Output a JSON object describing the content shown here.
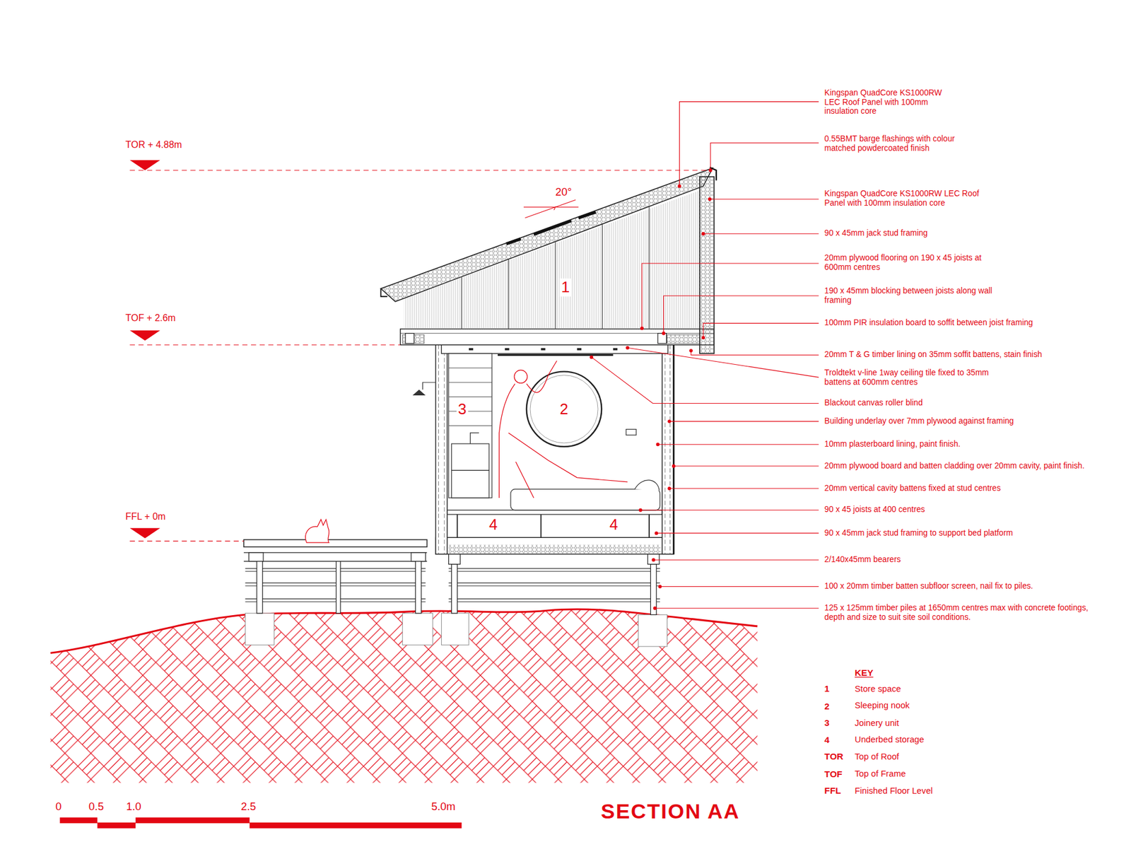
{
  "diagram": {
    "title": "SECTION AA",
    "labels": [
      "TOR + 4.88m",
      "TOF + 2.6m",
      "FFL + 0m",
      "20°",
      "1",
      "2",
      "3",
      "4",
      "4",
      "Kingspan QuadCore KS1000RW LEC Roof Panel with 100mm insulation core",
      "0.55BMT barge flashings with colour matched powdercoated finish",
      "Kingspan QuadCore KS1000RW LEC Roof Panel with 100mm insulation core",
      "90 x 45mm jack stud framing",
      "20mm plywood flooring on 190 x 45 joists at 600mm centres",
      "190 x 45mm blocking between joists along wall framing",
      "100mm PIR insulation board to soffit between joist framing",
      "20mm T & G timber lining on 35mm soffit battens, stain finish",
      "Troldtekt v-line 1way ceiling tile fixed to 35mm battens at 600mm centres",
      "Blackout canvas roller blind",
      "Building underlay over 7mm plywood against framing",
      "10mm plasterboard lining, paint finish.",
      "20mm plywood board and batten cladding over 20mm cavity, paint finish.",
      "20mm vertical cavity battens fixed at stud centres",
      "90 x 45 joists at 400 centres",
      "90 x 45mm jack stud framing to support bed platform",
      "2/140x45mm bearers",
      "100 x 20mm timber batten subfloor screen, nail fix to piles.",
      "125 x 125mm timber piles at 1650mm centres max with concrete footings, depth and size to suit site soil conditions.",
      "KEY",
      "1",
      "Store space",
      "2",
      "Sleeping nook",
      "3",
      "Joinery unit",
      "4",
      "Underbed storage",
      "TOR",
      "Top of Roof",
      "TOF",
      "Top of Frame",
      "FFL",
      "Finished Floor Level",
      "0",
      "0.5",
      "1.0",
      "2.5",
      "5.0m"
    ]
  }
}
